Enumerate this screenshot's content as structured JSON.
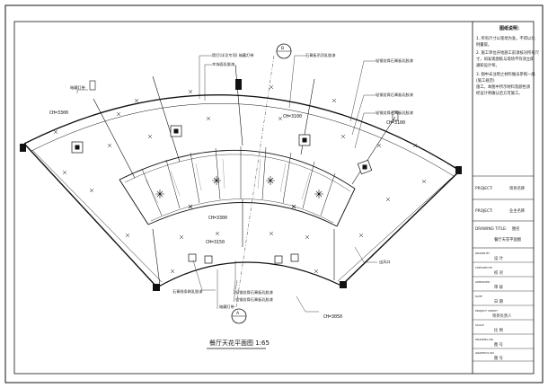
{
  "drawing": {
    "title": "餐厅天花平面图 1:65",
    "axis_top": "B",
    "axis_bottom": "A"
  },
  "ceiling_heights": {
    "left": "CH=3300",
    "upper_center": "CH=3100",
    "right": "CH=3100",
    "mid": "CH=3300",
    "lower": "CH=3150",
    "bottom_right": "CH=3050"
  },
  "callouts": {
    "top_left_a": "筒灯(详见专项)  暗藏灯带",
    "top_left_b": "木饰面乳胶漆",
    "left": "暗藏灯带",
    "top_center": "石膏板吊顶乳胶漆",
    "top_right_a": "轻钢龙骨石膏板乳胶漆",
    "top_right_b": "轻钢龙骨石膏板乳胶漆",
    "right_mid": "轻钢龙骨石膏板乳胶漆",
    "bottom_left": "石膏线条刷乳胶漆",
    "bottom_mid_a": "轻钢龙骨石膏板乳胶漆",
    "bottom_mid_b": "轻钢龙骨石膏板乳胶漆",
    "bottom_mid_c": "暗藏灯带",
    "bottom_right": "出风口"
  },
  "title_block": {
    "notes_title": "图纸说明：",
    "notes": [
      "1. 所有尺寸以现场为准，不得以比",
      "   例量取。",
      "2. 施工单位开始施工前须核对所有尺",
      "   寸，如发现图纸与现场不符须立即",
      "   通知设计师。",
      "3. 图中未注明之材料做法参照一般",
      "   (施工规范)",
      "   施工。本图中所示材料及颜色须",
      "   经设计师确认后方可施工。"
    ],
    "project_label": "PROJECT:",
    "project_value": "项目名称",
    "project2_label": "PROJECT:",
    "project2_value": "业主名称",
    "drawing_title_label": "DRAWING TITLE:",
    "drawing_title_value": "图名",
    "drawing_title_main": "餐厅天花平面图",
    "rows": [
      {
        "label": "DRAWN BY",
        "value": "设 计"
      },
      {
        "label": "CHECKED BY",
        "value": "校 对"
      },
      {
        "label": "APPROVED",
        "value": "审 核"
      },
      {
        "label": "DATE",
        "value": "日 期"
      },
      {
        "label": "PROJECT CREDIT",
        "value": "项目负责人"
      },
      {
        "label": "SCALE",
        "value": "比 例"
      },
      {
        "label": "DRAWING NO",
        "value": "图 号"
      },
      {
        "label": "GRAPHICS NO",
        "value": "图 号"
      }
    ]
  }
}
